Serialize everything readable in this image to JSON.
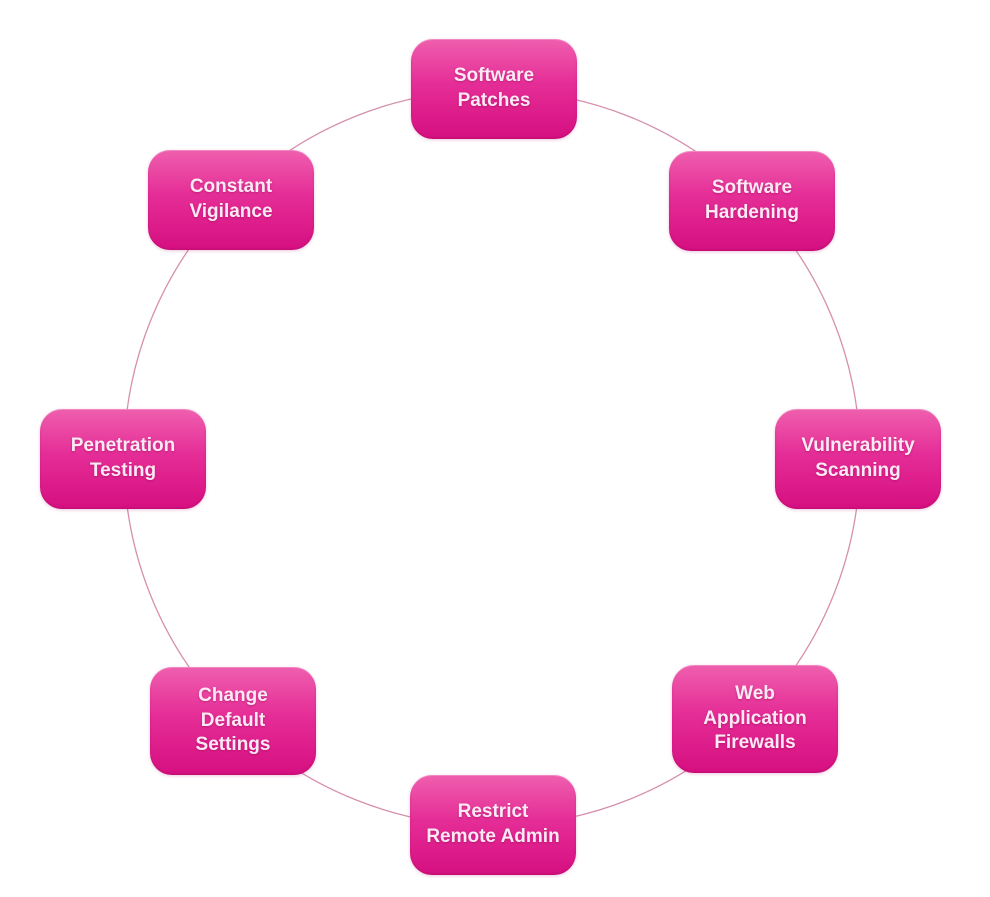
{
  "diagram": {
    "kind": "cycle-diagram",
    "nodes": [
      {
        "label": "Software\nPatches",
        "position": "top"
      },
      {
        "label": "Software\nHardening",
        "position": "top-right"
      },
      {
        "label": "Vulnerability\nScanning",
        "position": "right"
      },
      {
        "label": "Web\nApplication\nFirewalls",
        "position": "bottom-right"
      },
      {
        "label": "Restrict\nRemote Admin",
        "position": "bottom"
      },
      {
        "label": "Change\nDefault\nSettings",
        "position": "bottom-left"
      },
      {
        "label": "Penetration\nTesting",
        "position": "left"
      },
      {
        "label": "Constant\nVigilance",
        "position": "top-left"
      }
    ],
    "colors": {
      "background": "#ffffff",
      "node_gradient_top": "#ef5fae",
      "node_gradient_bottom": "#d60f80",
      "node_text": "#fce9f4",
      "circle_stroke": "#d68fae"
    }
  }
}
